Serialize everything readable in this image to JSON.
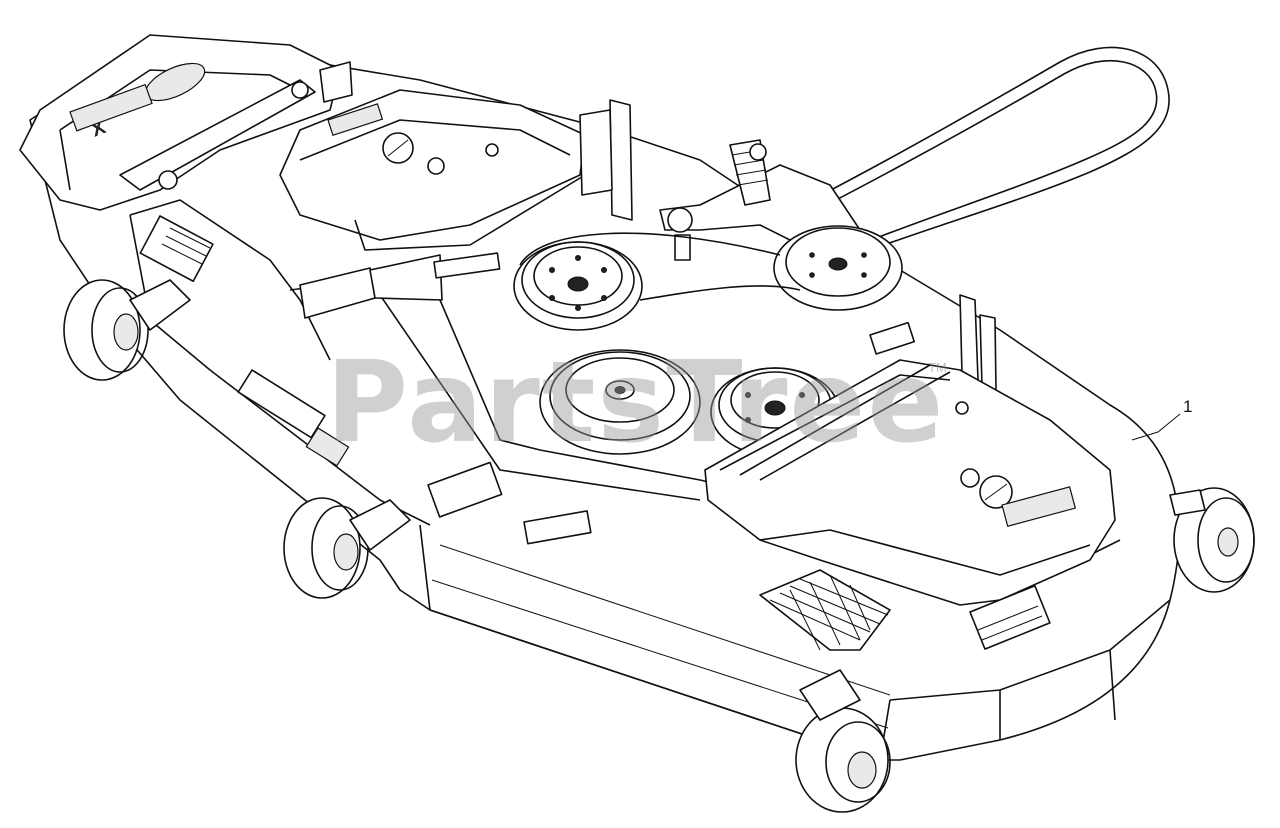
{
  "diagram": {
    "callout_label": "1",
    "watermark_text": "PartsTree",
    "watermark_mark": "TM",
    "colors": {
      "line": "#111111",
      "background": "#ffffff",
      "watermark": "#969696"
    }
  }
}
